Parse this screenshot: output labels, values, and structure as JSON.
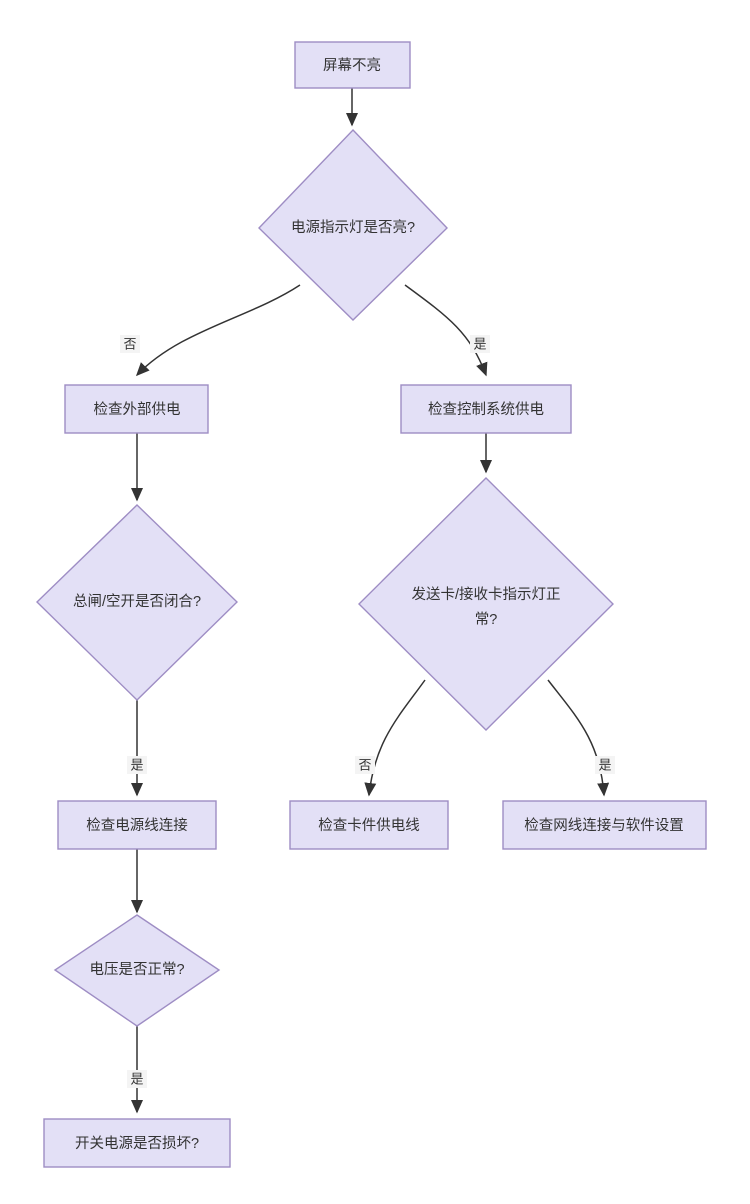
{
  "diagram": {
    "type": "flowchart",
    "orientation": "top-down",
    "background_color": "#ffffff",
    "node_fill_color": "#E3E0F6",
    "node_border_color": "#9E8DC4",
    "edge_color": "#333333",
    "text_color": "#333333"
  },
  "nodes": {
    "start": {
      "label": "屏幕不亮",
      "shape": "rectangle"
    },
    "power_led": {
      "label": "电源指示灯是否亮?",
      "shape": "diamond"
    },
    "check_external_power": {
      "label": "检查外部供电",
      "shape": "rectangle"
    },
    "check_control_system_power": {
      "label": "检查控制系统供电",
      "shape": "rectangle"
    },
    "main_breaker": {
      "label": "总闸/空开是否闭合?",
      "shape": "diamond"
    },
    "card_led": {
      "label_line1": "发送卡/接收卡指示灯正",
      "label_line2": "常?",
      "label": "发送卡/接收卡指示灯正常?",
      "shape": "diamond"
    },
    "check_power_cable": {
      "label": "检查电源线连接",
      "shape": "rectangle"
    },
    "check_card_power_cable": {
      "label": "检查卡件供电线",
      "shape": "rectangle"
    },
    "check_network_and_software": {
      "label": "检查网线连接与软件设置",
      "shape": "rectangle"
    },
    "voltage_normal": {
      "label": "电压是否正常?",
      "shape": "diamond"
    },
    "switching_power_damaged": {
      "label": "开关电源是否损坏?",
      "shape": "rectangle"
    }
  },
  "edges": [
    {
      "from": "start",
      "to": "power_led",
      "label": ""
    },
    {
      "from": "power_led",
      "to": "check_external_power",
      "label": "否"
    },
    {
      "from": "power_led",
      "to": "check_control_system_power",
      "label": "是"
    },
    {
      "from": "check_external_power",
      "to": "main_breaker",
      "label": ""
    },
    {
      "from": "check_control_system_power",
      "to": "card_led",
      "label": ""
    },
    {
      "from": "main_breaker",
      "to": "check_power_cable",
      "label": "是"
    },
    {
      "from": "card_led",
      "to": "check_card_power_cable",
      "label": "否"
    },
    {
      "from": "card_led",
      "to": "check_network_and_software",
      "label": "是"
    },
    {
      "from": "check_power_cable",
      "to": "voltage_normal",
      "label": ""
    },
    {
      "from": "voltage_normal",
      "to": "switching_power_damaged",
      "label": "是"
    }
  ]
}
